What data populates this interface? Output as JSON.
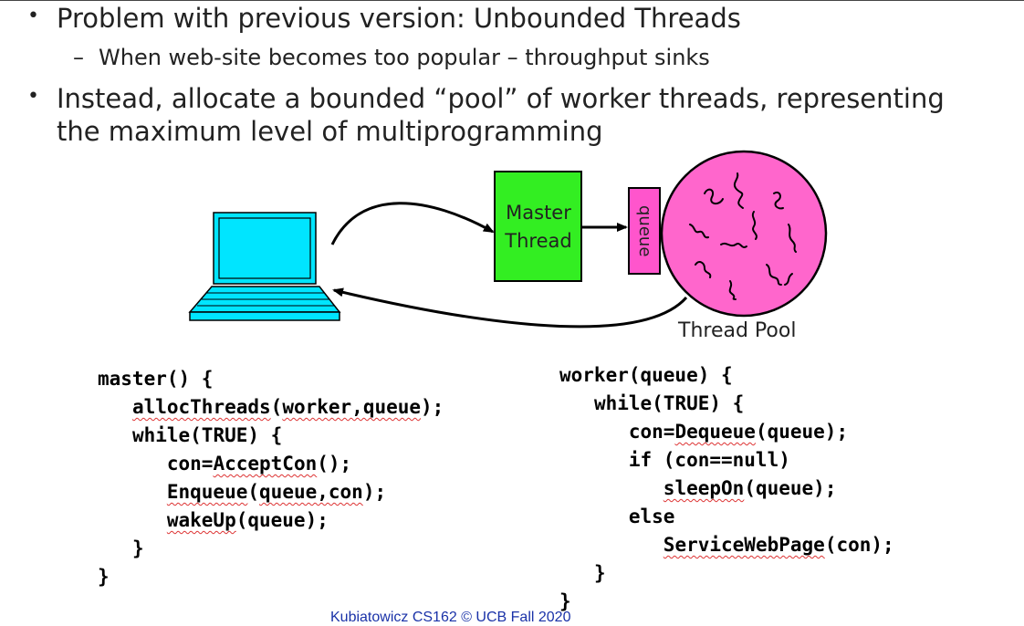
{
  "slide": {
    "bullets": [
      "Problem with previous version: Unbounded Threads",
      "Instead, allocate a bounded “pool” of worker threads, representing the maximum level of multiprogramming"
    ],
    "sub_bullet": "When web-site becomes too popular – throughput sinks",
    "sub_dash": "–",
    "bullet_marker": "•"
  },
  "diagram": {
    "master_label_line1": "Master",
    "master_label_line2": "Thread",
    "queue_label": "queue",
    "pool_label": "Thread Pool",
    "colors": {
      "laptop": "#00e5ff",
      "master": "#33ee22",
      "queue": "#ff55cc",
      "pool": "#ff66cc"
    }
  },
  "code_master": [
    {
      "text": "master() {"
    },
    {
      "indent": "   ",
      "parts": [
        {
          "t": "allocThreads",
          "sq": true
        },
        {
          "t": "("
        },
        {
          "t": "worker,queue",
          "sq": true
        },
        {
          "t": ");"
        }
      ]
    },
    {
      "indent": "   ",
      "parts": [
        {
          "t": "while(TRUE) {"
        }
      ]
    },
    {
      "indent": "      ",
      "parts": [
        {
          "t": "con="
        },
        {
          "t": "AcceptCon",
          "sq": true
        },
        {
          "t": "();"
        }
      ]
    },
    {
      "indent": "      ",
      "parts": [
        {
          "t": "Enqueue",
          "sq": true
        },
        {
          "t": "("
        },
        {
          "t": "queue,con",
          "sq": true
        },
        {
          "t": ");"
        }
      ]
    },
    {
      "indent": "      ",
      "parts": [
        {
          "t": "wakeUp",
          "sq": true
        },
        {
          "t": "(queue);"
        }
      ]
    },
    {
      "indent": "   ",
      "parts": [
        {
          "t": "}"
        }
      ]
    },
    {
      "text": "}"
    }
  ],
  "code_worker": [
    {
      "text": "worker(queue) {"
    },
    {
      "indent": "   ",
      "parts": [
        {
          "t": "while(TRUE) {"
        }
      ]
    },
    {
      "indent": "      ",
      "parts": [
        {
          "t": "con="
        },
        {
          "t": "Dequeue",
          "sq": true
        },
        {
          "t": "(queue);"
        }
      ]
    },
    {
      "indent": "      ",
      "parts": [
        {
          "t": "if (con==null)"
        }
      ]
    },
    {
      "indent": "         ",
      "parts": [
        {
          "t": "sleepOn",
          "sq": true
        },
        {
          "t": "(queue);"
        }
      ]
    },
    {
      "indent": "      ",
      "parts": [
        {
          "t": "else"
        }
      ]
    },
    {
      "indent": "         ",
      "parts": [
        {
          "t": "ServiceWebPage",
          "sq": true
        },
        {
          "t": "(con);"
        }
      ]
    },
    {
      "indent": "   ",
      "parts": [
        {
          "t": "}"
        }
      ]
    },
    {
      "text": "}"
    }
  ],
  "footer": "Kubiatowicz CS162 © UCB Fall 2020"
}
